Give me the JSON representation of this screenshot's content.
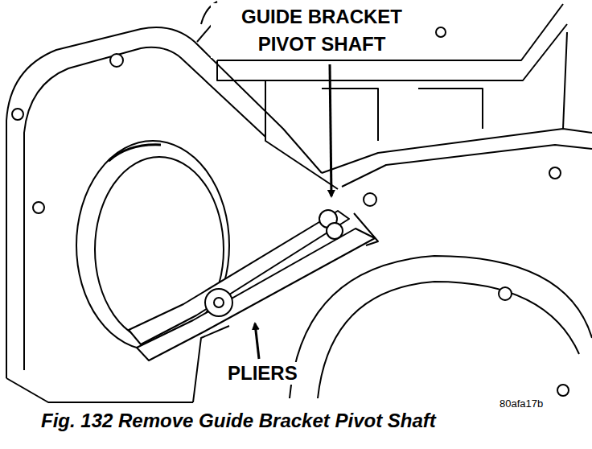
{
  "diagram": {
    "caption": "Fig. 132 Remove Guide Bracket Pivot Shaft",
    "labels": [
      "GUIDE BRACKET PIVOT SHAFT",
      "PLIERS",
      "80afa17b"
    ]
  }
}
